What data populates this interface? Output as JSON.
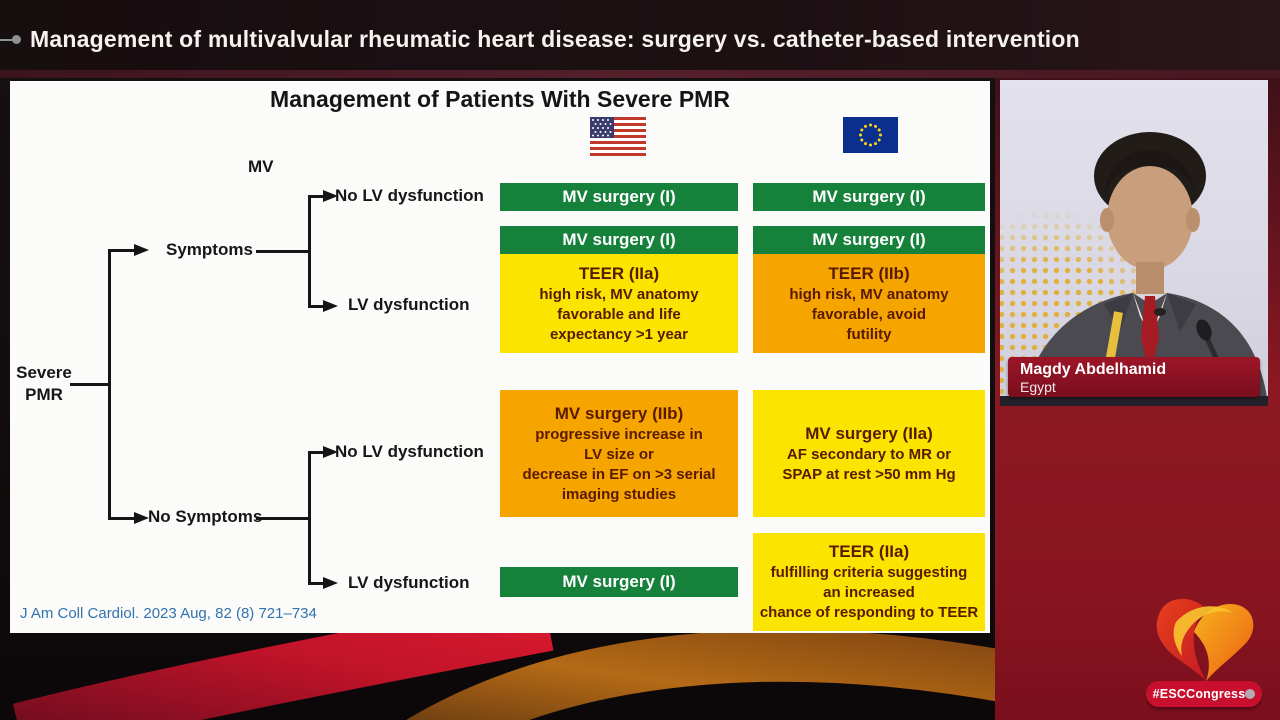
{
  "header": {
    "title": "Management of multivalvular rheumatic heart disease: surgery vs. catheter-based intervention"
  },
  "slide": {
    "title": "Management of Patients With Severe PMR",
    "citation": "J Am Coll Cardiol. 2023 Aug, 82 (8) 721–734",
    "tree": {
      "mv_label": "MV",
      "root": "Severe\nPMR",
      "symptoms": "Symptoms",
      "no_symptoms": "No Symptoms",
      "sym_no_lv": "No LV dysfunction",
      "sym_lv": "LV dysfunction",
      "nosym_no_lv": "No LV dysfunction",
      "nosym_lv": "LV dysfunction"
    },
    "columns": {
      "left_flag": "United States",
      "right_flag": "European Union"
    },
    "boxes": {
      "us_sym_no_lv": {
        "label": "MV surgery (I)"
      },
      "eu_sym_no_lv": {
        "label": "MV surgery (I)"
      },
      "us_sym_lv": {
        "header": "MV surgery (I)",
        "title": "TEER (IIa)",
        "body": "high risk, MV anatomy\nfavorable and life\nexpectancy >1 year"
      },
      "eu_sym_lv": {
        "header": "MV surgery (I)",
        "title": "TEER (IIb)",
        "body": "high risk, MV anatomy\nfavorable, avoid\nfutility"
      },
      "us_nosym_no_lv": {
        "title": "MV surgery (IIb)",
        "body": "progressive increase in\nLV size or\ndecrease in EF on >3 serial\nimaging studies"
      },
      "eu_nosym_no_lv": {
        "title": "MV surgery (IIa)",
        "body": "AF secondary to MR or\nSPAP at rest >50 mm Hg"
      },
      "us_nosym_lv": {
        "label": "MV surgery (I)"
      },
      "eu_nosym_lv": {
        "title": "TEER (IIa)",
        "body": "fulfilling criteria suggesting\nan increased\nchance of responding to TEER"
      }
    }
  },
  "speaker": {
    "name": "Magdy Abdelhamid",
    "country": "Egypt"
  },
  "footer": {
    "hashtag": "#ESCCongress"
  },
  "colors": {
    "class_i_green": "#16813B",
    "class_iia_yellow": "#FBE400",
    "class_iib_orange": "#F6A400",
    "esc_red": "#C8102E",
    "citation_blue": "#3173AE"
  }
}
